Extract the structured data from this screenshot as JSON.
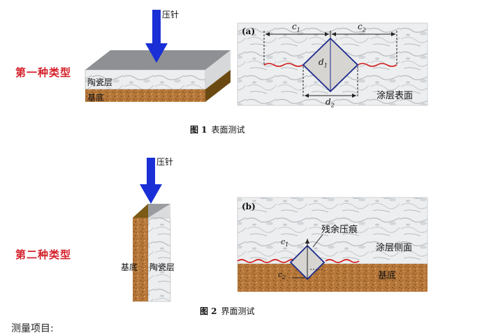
{
  "type1_label": "第一种类型",
  "type2_label": "第二种类型",
  "indenter_label_1": "压针",
  "indenter_label_2": "压针",
  "fig1": {
    "coating_label": "陶瓷层",
    "substrate_label": "基底",
    "panel_tag": "(a)",
    "c1": "c",
    "c1_sub": "1",
    "c2": "c",
    "c2_sub": "2",
    "d1": "d",
    "d1_sub": "1",
    "d2": "d",
    "d2_sub": "2",
    "surface_label": "涂层表面",
    "caption_num": "图 1",
    "caption_text": "表面测试"
  },
  "fig2": {
    "substrate_label": "基底",
    "coating_label": "陶瓷层",
    "panel_tag": "(b)",
    "residual_label": "残余压痕",
    "c_top": "c",
    "c_top_sub": "1",
    "c_bottom": "c",
    "c_bottom_sub": "2",
    "side_label": "涂层侧面",
    "substrate_panel_label": "基底",
    "caption_num": "图 2",
    "caption_text": "界面测试"
  },
  "footer_text": "测量项目:",
  "colors": {
    "label_red": "#d4202a",
    "arrow_blue": "#1a2fd6",
    "crack_red": "#d21a1a",
    "indent_navy": "#1d2a8c",
    "substrate_brown": "#b5773a",
    "coating_grey": "#e6e8ea"
  }
}
